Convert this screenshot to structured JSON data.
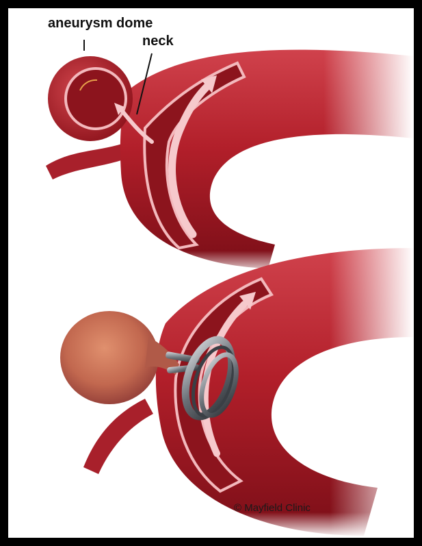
{
  "labels": {
    "dome": "aneurysm dome",
    "neck": "neck"
  },
  "credit": "© Mayfield Clinic",
  "colors": {
    "vessel": "#b8232e",
    "vessel_dark": "#7e0f19",
    "vessel_light": "#e0606a",
    "lumen": "#8c141d",
    "wall_edge": "#f3b9bd",
    "arrow": "#f6c9cc",
    "clip_metal": "#5a5f66",
    "dome_clipped": "#c87058"
  }
}
